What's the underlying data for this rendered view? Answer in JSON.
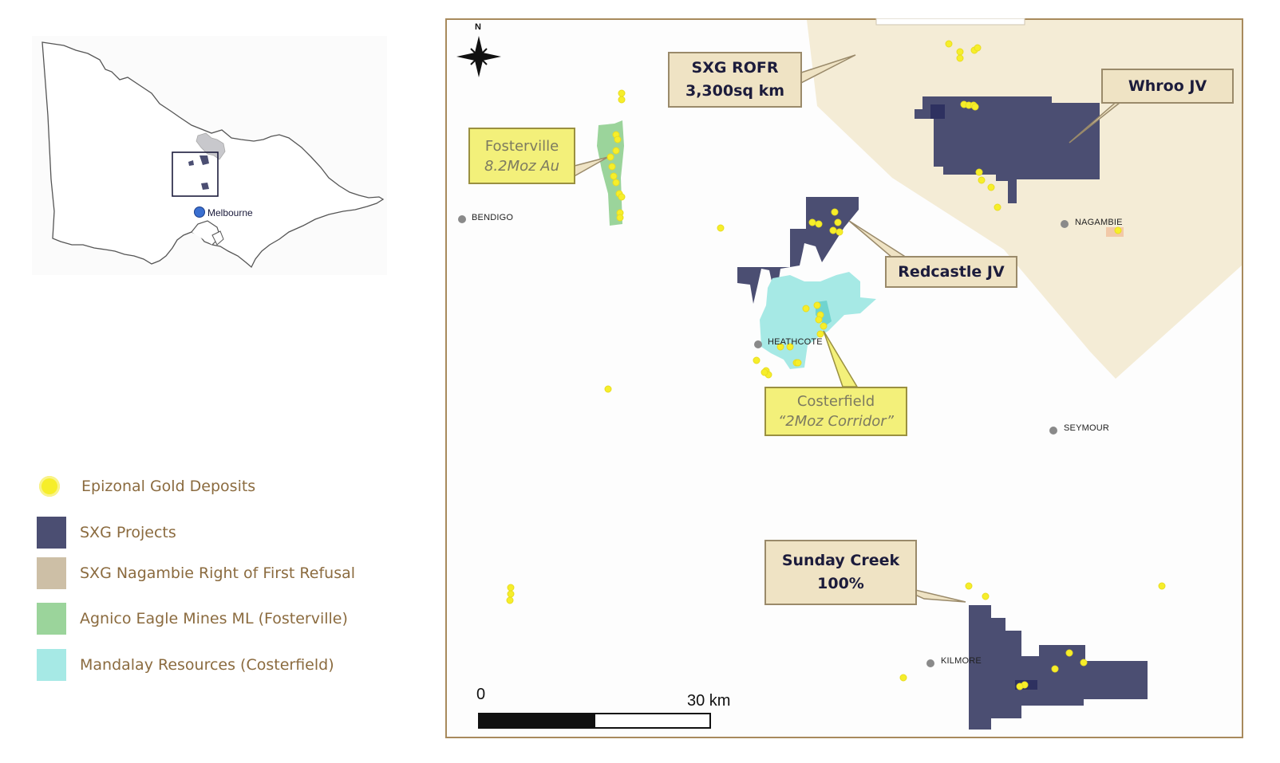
{
  "inset": {
    "city_label": "Melbourne"
  },
  "legend": {
    "items": [
      {
        "key": "gold",
        "label": "Epizonal Gold Deposits",
        "color": "#f6ee2a"
      },
      {
        "key": "sxg",
        "label": "SXG Projects",
        "color": "#4b4e72"
      },
      {
        "key": "rofr",
        "label": "SXG Nagambie Right of First Refusal",
        "color": "#cdbfa6"
      },
      {
        "key": "agnico",
        "label": "Agnico Eagle Mines ML (Fosterville)",
        "color": "#9bd49b"
      },
      {
        "key": "mandalay",
        "label": "Mandalay Resources (Costerfield)",
        "color": "#a6e9e5"
      }
    ]
  },
  "map": {
    "north_label": "N",
    "callouts": {
      "rofr": {
        "line1": "SXG ROFR",
        "line2": "3,300sq km"
      },
      "whroo": {
        "line1": "Whroo JV"
      },
      "fosterville": {
        "line1": "Fosterville",
        "line2": "8.2Moz Au"
      },
      "redcastle": {
        "line1": "Redcastle JV"
      },
      "costerfield": {
        "line1": "Costerfield",
        "line2": "“2Moz Corridor”"
      },
      "sunday_creek": {
        "line1": "Sunday Creek",
        "line2": "100%"
      }
    },
    "towns": {
      "bendigo": "BENDIGO",
      "nagambie": "NAGAMBIE",
      "heathcote": "HEATHCOTE",
      "seymour": "SEYMOUR",
      "kilmore": "KILMORE"
    },
    "scale": {
      "start": "0",
      "end": "30 km"
    }
  },
  "colors": {
    "sxg": "#4b4e72",
    "rofr": "#f4ecd6",
    "agnico": "#9bd49b",
    "mandalay": "#a6e9e5",
    "gold": "#f6ee2a",
    "frame": "#a88a5c"
  }
}
